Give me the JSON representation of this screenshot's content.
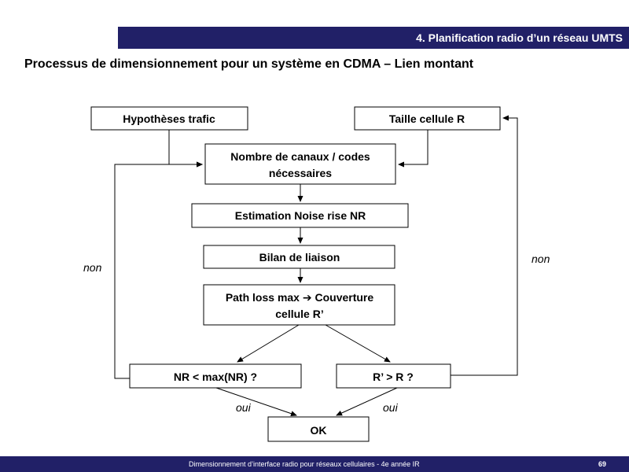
{
  "header": {
    "section_title": "4. Planification radio d’un réseau UMTS"
  },
  "slide": {
    "title": "Processus de dimensionnement pour un système en CDMA – Lien montant"
  },
  "diagram": {
    "boxes": {
      "hypotheses": "Hypothèses trafic",
      "taille": "Taille cellule R",
      "canaux_line1": "Nombre de canaux / codes",
      "canaux_line2": "nécessaires",
      "noise": "Estimation Noise rise NR",
      "bilan": "Bilan de liaison",
      "pathloss_line1": "Path loss max ",
      "pathloss_arrow": "➔",
      "pathloss_line1_rest": " Couverture",
      "pathloss_line2": "cellule R’",
      "nr_check": "NR < max(NR) ?",
      "r_check": "R’ > R ?",
      "ok": "OK"
    },
    "labels": {
      "non_left": "non",
      "non_right": "non",
      "oui_left": "oui",
      "oui_right": "oui"
    }
  },
  "footer": {
    "text": "Dimensionnement d’interface radio pour réseaux cellulaires - 4e année IR",
    "page": "69"
  }
}
